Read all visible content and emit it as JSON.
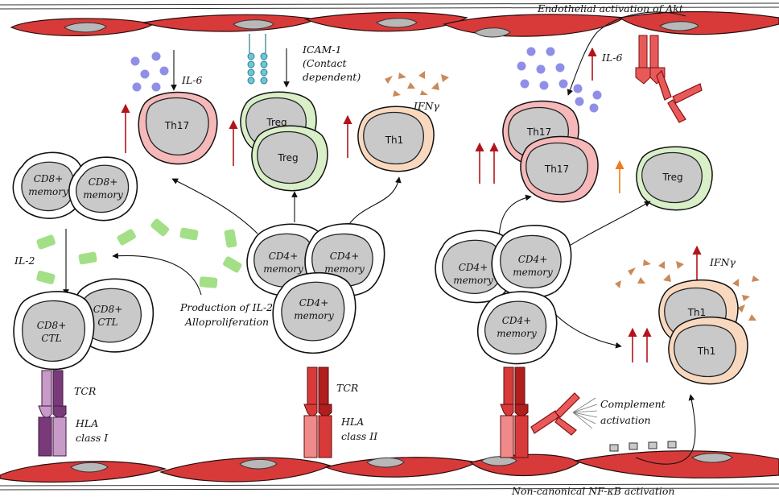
{
  "labels": {
    "endothelial_akt": "Endothelial activation of Akt",
    "nfkb": "Non-canonical NF-κB activation",
    "il6_left": "IL-6",
    "il6_right": "IL-6",
    "icam1_line1": "ICAM-1",
    "icam1_line2": "(Contact",
    "icam1_line3": "dependent)",
    "ifng_top": "IFNγ",
    "ifng_right": "IFNγ",
    "il2": "IL-2",
    "prod_line1": "Production of IL-2",
    "prod_line2": "Alloproliferation",
    "tcr_left": "TCR",
    "tcr_mid": "TCR",
    "hla1_line1": "HLA",
    "hla1_line2": "class I",
    "hla2_line1": "HLA",
    "hla2_line2": "class II",
    "complement_line1": "Complement",
    "complement_line2": "activation"
  },
  "cells": {
    "th17_left": "Th17",
    "treg_top_a": "Treg",
    "treg_top_b": "Treg",
    "th1_top": "Th1",
    "th17_right_a": "Th17",
    "th17_right_b": "Th17",
    "treg_right": "Treg",
    "th1_right_a": "Th1",
    "th1_right_b": "Th1"
  },
  "cd8": {
    "mem_a_1": "CD8+",
    "mem_a_2": "memory",
    "mem_b_1": "CD8+",
    "mem_b_2": "memory",
    "ctl_a_1": "CD8+",
    "ctl_a_2": "CTL",
    "ctl_b_1": "CD8+",
    "ctl_b_2": "CTL"
  },
  "cd4": {
    "mid_a_1": "CD4+",
    "mid_a_2": "memory",
    "mid_b_1": "CD4+",
    "mid_b_2": "memory",
    "mid_c_1": "CD4+",
    "mid_c_2": "memory",
    "right_a_1": "CD4+",
    "right_a_2": "memory",
    "right_b_1": "CD4+",
    "right_b_2": "memory",
    "right_c_1": "CD4+",
    "right_c_2": "memory"
  },
  "colors": {
    "endothelium": "#d83a3a",
    "th17_halo": "#f6b8b8",
    "treg_halo": "#d8efc7",
    "th1_halo": "#f8d9bf",
    "il6_dots": "#8f8fe8",
    "il2_blocks": "#a3df86",
    "ifng_triangles": "#c98a5a",
    "up_arrow": "#b3141b",
    "up_arrow_orange": "#f07b17",
    "tcr_cd8": "#9e5c9e",
    "tcr_cd4": "#d83a3a",
    "icam": "#6dc6d8"
  },
  "icons": {
    "antibody_top": "antibody-icon",
    "antibody_bottom": "antibody-icon",
    "receptor_top": "receptor-icon"
  }
}
